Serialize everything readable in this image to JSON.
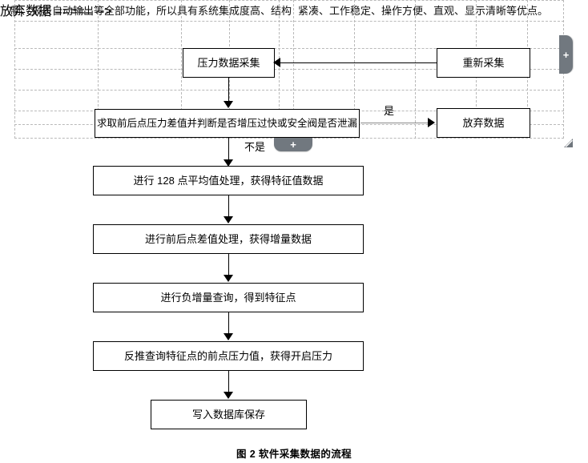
{
  "document": {
    "paragraph_left": "制、报表自动输出等全部功能，所以具有系统集成度高、结构",
    "paragraph_right": "紧凑、工作稳定、操作方便、直观、显示清晰等优点。",
    "caption": "图 2 软件采集数据的流程"
  },
  "flowchart": {
    "nodes": [
      {
        "id": "collect",
        "label": "压力数据采集"
      },
      {
        "id": "recollect",
        "label": "重新采集"
      },
      {
        "id": "judge",
        "label": "求取前后点压力差值并判断是否增压过快或安全阀是否泄漏"
      },
      {
        "id": "discard",
        "label": "放弃数据"
      },
      {
        "id": "average",
        "label": "进行 128 点平均值处理，获得特征值数据"
      },
      {
        "id": "delta",
        "label": "进行前后点差值处理，获得增量数据"
      },
      {
        "id": "negative",
        "label": "进行负增量查询，得到特征点"
      },
      {
        "id": "backtrack",
        "label": "反推查询特征点的前点压力值，获得开启压力"
      },
      {
        "id": "save",
        "label": "写入数据库保存"
      }
    ],
    "edge_labels": {
      "yes": "是",
      "no": "不是"
    }
  },
  "widgets": {
    "add_horizontal_label": "+",
    "add_vertical_label": "+",
    "resize_label": "resize"
  },
  "colors": {
    "grid_dashed": "#b9b9b9",
    "stroke": "#000000",
    "widget_gray": "#71787f",
    "gray_arrow": "#8a8a8a"
  }
}
